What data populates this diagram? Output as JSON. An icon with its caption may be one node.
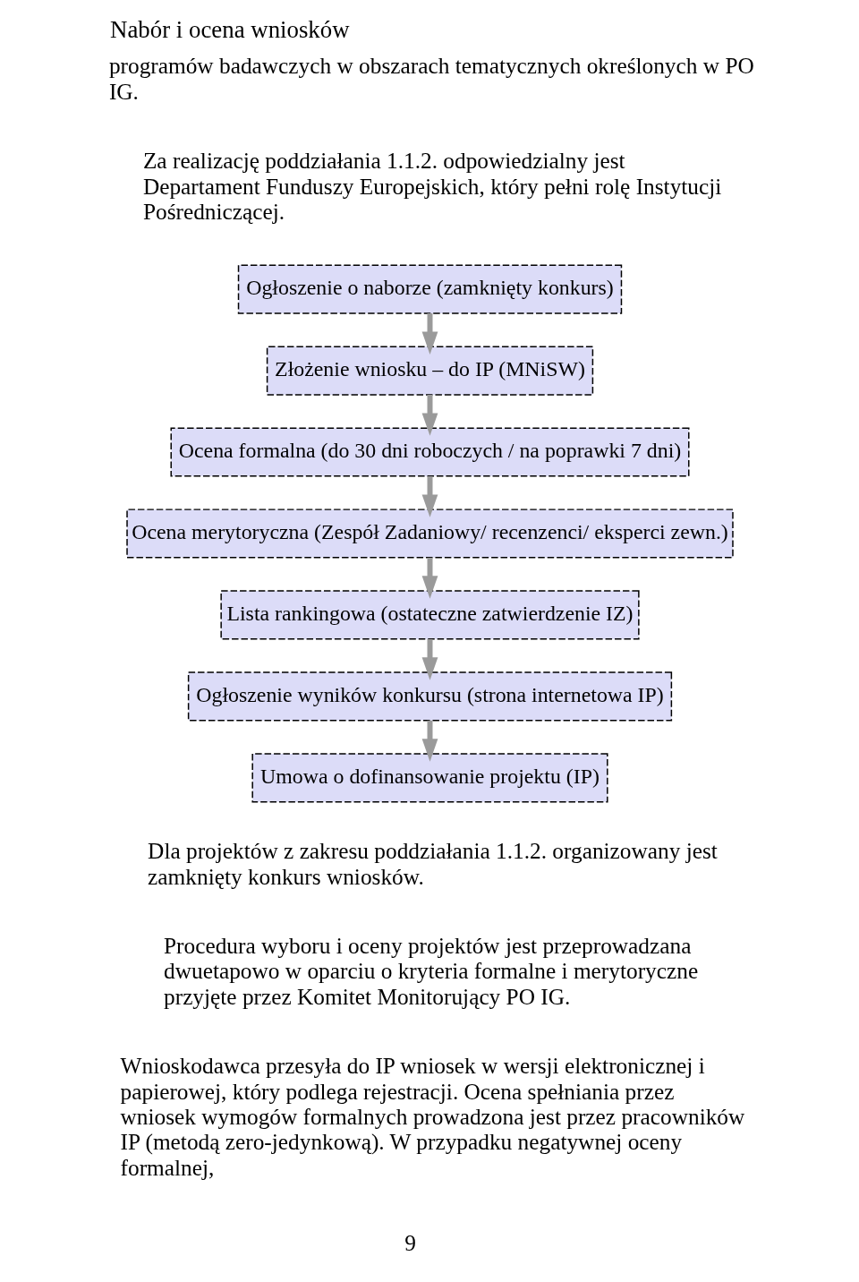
{
  "diagram": {
    "title": "Nabór i ocena wniosków",
    "nodes": [
      {
        "text": [
          "Ogłoszenie o naborze (zamknięty konkurs)"
        ]
      },
      {
        "text": [
          "Złożenie wniosku – do IP (MNiSW)"
        ]
      },
      {
        "text": [
          "Ocena formalna (do 30 dni roboczych / na poprawki 7 dni)"
        ]
      },
      {
        "text": [
          "Ocena merytoryczna (Zespół Zadaniowy/ recenzenci/ eksperci zewn.)"
        ]
      },
      {
        "text": [
          "Lista rankingowa (ostateczne zatwierdzenie IZ)"
        ]
      },
      {
        "text": [
          "Ogłoszenie wyników konkursu (strona internetowa IP)"
        ]
      },
      {
        "text": [
          "Umowa o dofinansowanie projektu (IP)"
        ]
      }
    ],
    "edges": [
      {
        "from": 0,
        "to": 1,
        "arrow": "to"
      },
      {
        "from": 1,
        "to": 2,
        "arrow": "to"
      },
      {
        "from": 2,
        "to": 3,
        "arrow": "to"
      },
      {
        "from": 3,
        "to": 4,
        "arrow": "to"
      },
      {
        "from": 4,
        "to": 5,
        "arrow": "to"
      },
      {
        "from": 5,
        "to": 6,
        "arrow": "to"
      }
    ],
    "labels": [
      "programów badawczych w obszarach tematycznych określonych w PO IG.",
      "Za realizację poddziałania 1.1.2. odpowiedzialny jest Departament Funduszy Europejskich, który pełni rolę Instytucji Pośredniczącej.",
      "Dla projektów z zakresu poddziałania 1.1.2. organizowany jest zamknięty konkurs wniosków.",
      "Procedura wyboru i oceny projektów jest przeprowadzana dwuetapowo w oparciu o kryteria formalne i merytoryczne przyjęte przez Komitet Monitorujący PO IG.",
      "Wnioskodawca przesyła do IP wniosek w wersji elektronicznej i papierowej, który podlega rejestracji. Ocena spełniania przez wniosek wymogów formalnych prowadzona jest przez pracowników IP (metodą zero-jedynkową). W przypadku negatywnej oceny formalnej,",
      "9"
    ]
  }
}
